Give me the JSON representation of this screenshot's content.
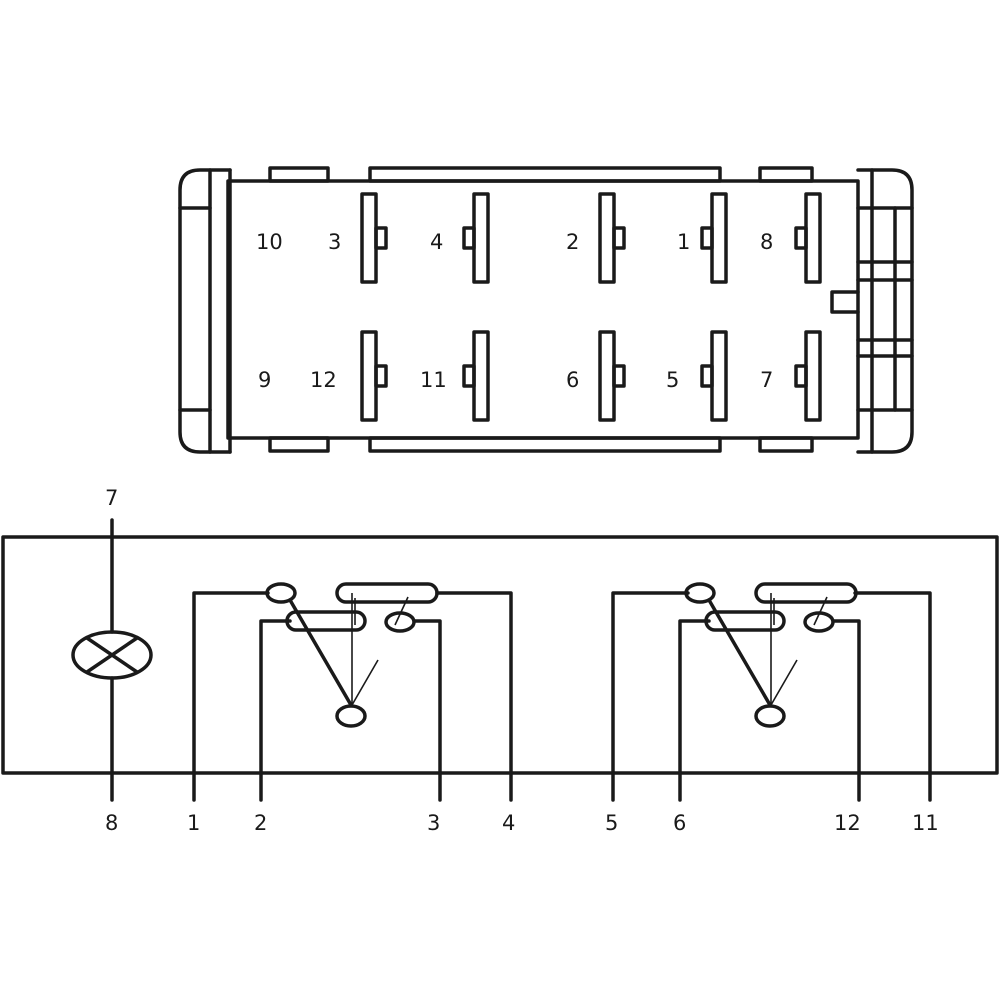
{
  "connector": {
    "top_row": [
      "10",
      "3",
      "4",
      "2",
      "1",
      "8"
    ],
    "bottom_row": [
      "9",
      "12",
      "11",
      "6",
      "5",
      "7"
    ]
  },
  "lamp": {
    "top_pin": "7",
    "bottom_pin": "8"
  },
  "circuit": {
    "left_switch_pins": [
      "1",
      "2",
      "3",
      "4"
    ],
    "right_switch_pins": [
      "5",
      "6",
      "12",
      "11"
    ]
  },
  "icons": [
    "lamp-icon"
  ]
}
